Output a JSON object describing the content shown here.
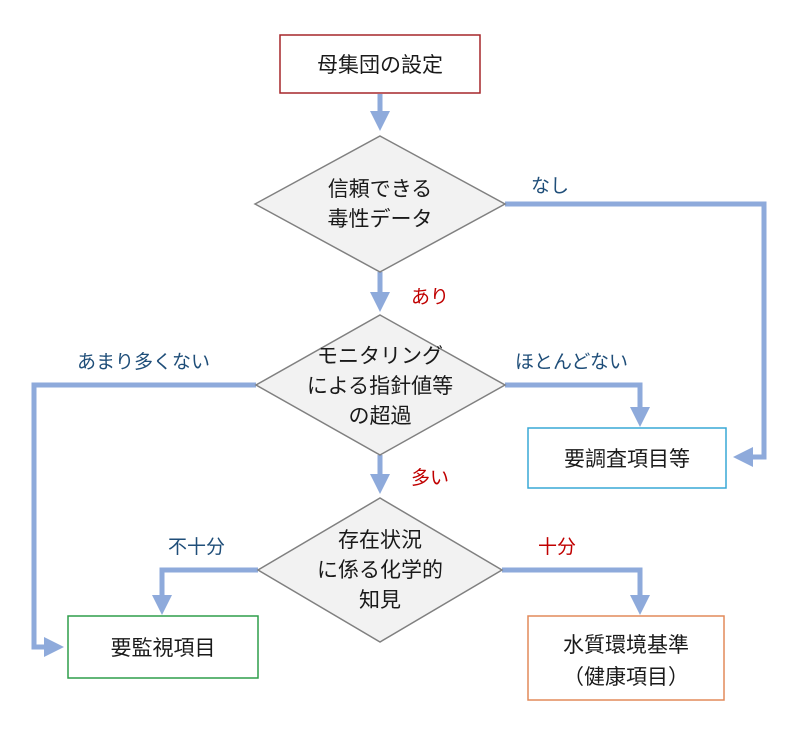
{
  "colors": {
    "arrow": "#8eaadb",
    "diamond_fill": "#f2f2f2",
    "diamond_stroke": "#808080",
    "start_box": "#a6262a",
    "investigate_box": "#39a9d6",
    "monitor_box": "#2e9e4a",
    "standard_box": "#e28a5a",
    "label_blue": "#1f4e79",
    "label_red": "#c00000"
  },
  "nodes": {
    "start": {
      "text": "母集団の設定"
    },
    "d1": {
      "line1": "信頼できる",
      "line2": "毒性データ"
    },
    "d2": {
      "line1": "モニタリング",
      "line2": "による指針値等",
      "line3": "の超過"
    },
    "d3": {
      "line1": "存在状況",
      "line2": "に係る化学的",
      "line3": "知見"
    },
    "investigate": {
      "text": "要調査項目等"
    },
    "monitor": {
      "text": "要監視項目"
    },
    "standard": {
      "line1": "水質環境基準",
      "line2": "（健康項目）"
    }
  },
  "edges": {
    "d1_yes": "あり",
    "d1_no": "なし",
    "d2_many": "多い",
    "d2_few": "あまり多くない",
    "d2_almost_none": "ほとんどない",
    "d3_insufficient": "不十分",
    "d3_sufficient": "十分"
  }
}
